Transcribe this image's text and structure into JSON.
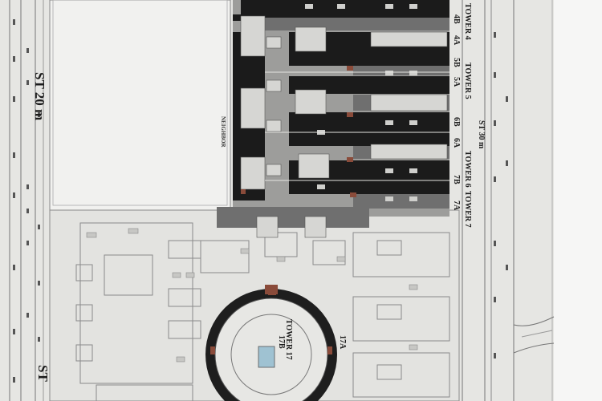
{
  "roads": {
    "west": "ST 20 m",
    "west_bottom": "ST",
    "east": "ST 30 m"
  },
  "neighbor_label": "NEIGHBOR",
  "towers": [
    {
      "name": "TOWER 4",
      "units": [
        "4B",
        "4A"
      ]
    },
    {
      "name": "TOWER 5",
      "units": [
        "5B",
        "5A"
      ]
    },
    {
      "name": "TOWER 6",
      "units": [
        "6B",
        "6A"
      ]
    },
    {
      "name": "TOWER 7",
      "units": [
        "7B",
        "7A"
      ]
    },
    {
      "name": "TOWER 17",
      "units": [
        "17B",
        "17A"
      ]
    }
  ],
  "colors": {
    "paper": "#ececea",
    "blocks_dark": "#1b1b1b",
    "blocks_mid": "#6f6f6f",
    "blocks_light": "#a9a9a9",
    "accent_brick": "#8a4b3a",
    "frame": "#f3f3f2"
  }
}
